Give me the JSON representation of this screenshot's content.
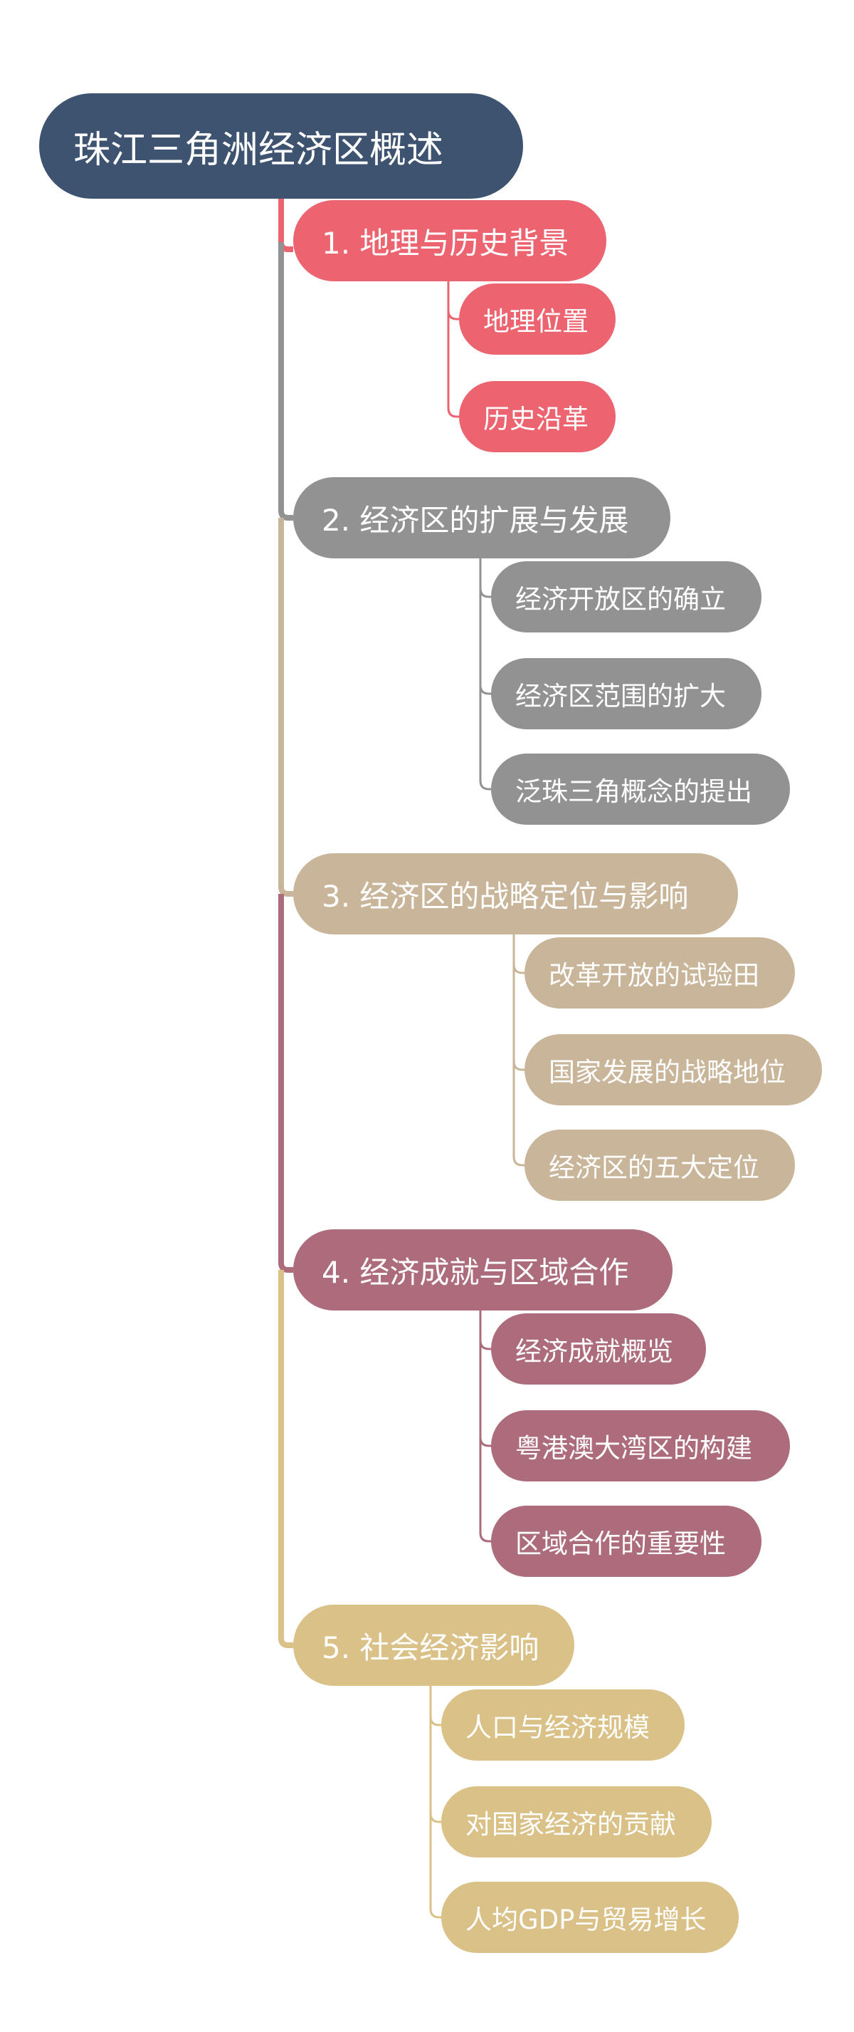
{
  "colors": {
    "root": "#3e5370",
    "branch_1": "#ec6470",
    "branch_2": "#929292",
    "branch_3": "#c9b599",
    "branch_4": "#ad6c7c",
    "branch_5": "#d9c188"
  },
  "root": {
    "title": "珠江三角洲经济区概述"
  },
  "sections": [
    {
      "title": "1. 地理与历史背景",
      "children": [
        "地理位置",
        "历史沿革"
      ]
    },
    {
      "title": "2. 经济区的扩展与发展",
      "children": [
        "经济开放区的确立",
        "经济区范围的扩大",
        "泛珠三角概念的提出"
      ]
    },
    {
      "title": "3. 经济区的战略定位与影响",
      "children": [
        "改革开放的试验田",
        "国家发展的战略地位",
        "经济区的五大定位"
      ]
    },
    {
      "title": "4. 经济成就与区域合作",
      "children": [
        "经济成就概览",
        "粤港澳大湾区的构建",
        "区域合作的重要性"
      ]
    },
    {
      "title": "5. 社会经济影响",
      "children": [
        "人口与经济规模",
        "对国家经济的贡献",
        "人均GDP与贸易增长"
      ]
    }
  ]
}
